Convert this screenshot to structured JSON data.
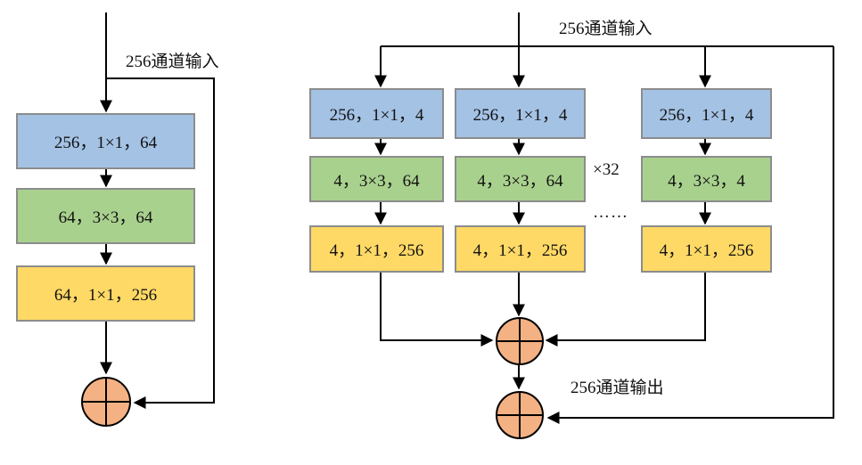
{
  "colors": {
    "blue": "#a4c2e4",
    "green": "#a9d18e",
    "yellow": "#ffd966",
    "sum": "#f4b183",
    "line": "#000000",
    "border": "#8c8c8c"
  },
  "left_block": {
    "input_label": "256通道输入",
    "layers": [
      "256，1×1，64",
      "64，3×3，64",
      "64，1×1，256"
    ]
  },
  "right_block": {
    "input_label": "256通道输入",
    "output_label": "256通道输出",
    "group_multiplier": "×32",
    "ellipsis": "……",
    "paths": [
      {
        "layers": [
          "256，1×1，4",
          "4，3×3，64",
          "4，1×1，256"
        ]
      },
      {
        "layers": [
          "256，1×1，4",
          "4，3×3，64",
          "4，1×1，256"
        ]
      },
      {
        "layers": [
          "256，1×1，4",
          "4，3×3，4",
          "4，1×1，256"
        ]
      }
    ]
  }
}
